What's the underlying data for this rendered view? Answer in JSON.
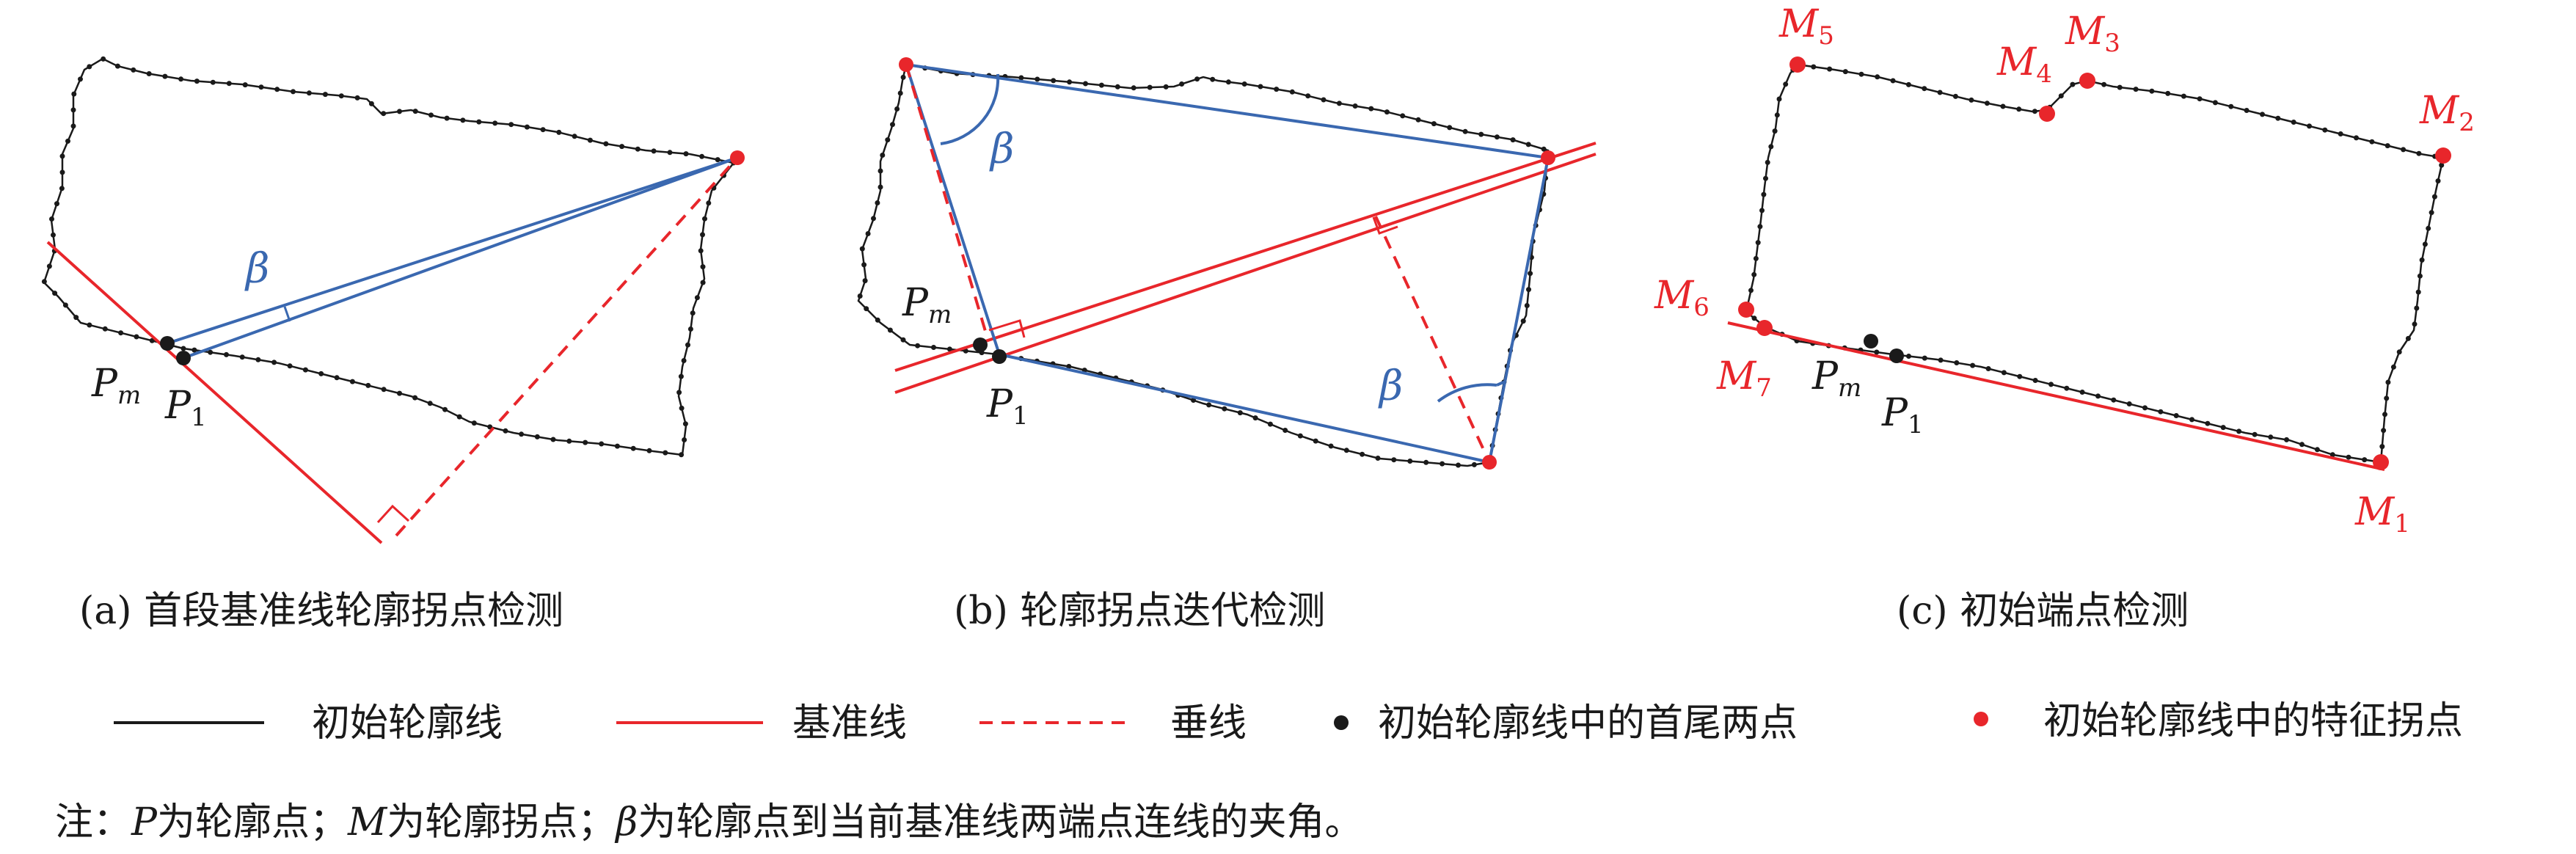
{
  "colors": {
    "black": "#1a1a1a",
    "red": "#e8262b",
    "blue": "#3a68b0"
  },
  "panel_a": {
    "caption": "(a) 首段基准线轮廓拐点检测",
    "beta": "β",
    "pm": "P",
    "pm_sub": "m",
    "p1": "P",
    "p1_sub": "1"
  },
  "panel_b": {
    "caption": "(b) 轮廓拐点迭代检测",
    "beta_top": "β",
    "beta_bottom": "β",
    "pm": "P",
    "pm_sub": "m",
    "p1": "P",
    "p1_sub": "1"
  },
  "panel_c": {
    "caption": "(c) 初始端点检测",
    "m1": "M",
    "m1_sub": "1",
    "m2": "M",
    "m2_sub": "2",
    "m3": "M",
    "m3_sub": "3",
    "m4": "M",
    "m4_sub": "4",
    "m5": "M",
    "m5_sub": "5",
    "m6": "M",
    "m6_sub": "6",
    "m7": "M",
    "m7_sub": "7",
    "pm": "P",
    "pm_sub": "m",
    "p1": "P",
    "p1_sub": "1"
  },
  "legend": {
    "contour": "初始轮廓线",
    "baseline": "基准线",
    "perpendicular": "垂线",
    "endpoints": "初始轮廓线中的首尾两点",
    "feature_points": "初始轮廓线中的特征拐点"
  },
  "note": {
    "prefix": "注：",
    "p": "P",
    "p_text": "为轮廓点；",
    "m": "M",
    "m_text": "为轮廓拐点；",
    "beta": "β",
    "beta_text": "为轮廓点到当前基准线两端点连线的夹角。"
  }
}
